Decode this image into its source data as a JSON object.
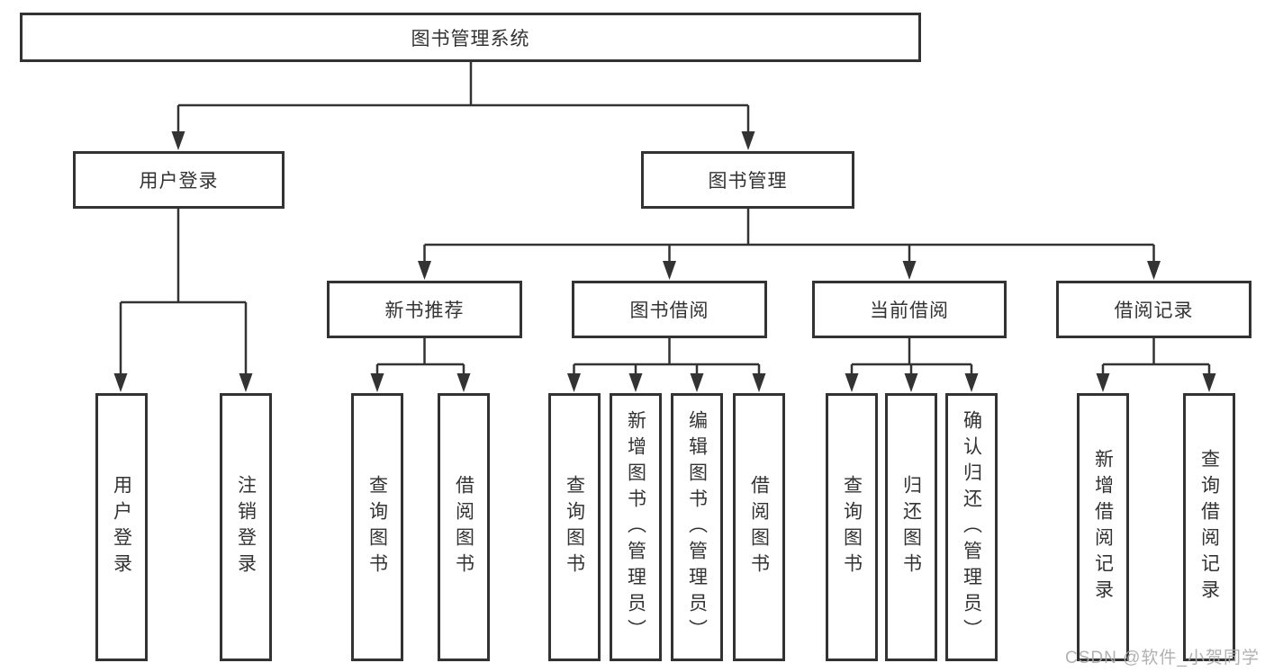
{
  "diagram_title": "图书管理系统",
  "tree": {
    "root": {
      "label": "图书管理系统",
      "children": [
        {
          "label": "用户登录",
          "children": [
            {
              "label": "用户登录"
            },
            {
              "label": "注销登录"
            }
          ]
        },
        {
          "label": "图书管理",
          "children": [
            {
              "label": "新书推荐",
              "children": [
                {
                  "label": "查询图书"
                },
                {
                  "label": "借阅图书"
                }
              ]
            },
            {
              "label": "图书借阅",
              "children": [
                {
                  "label": "查询图书"
                },
                {
                  "label": "新增图书（管理员）"
                },
                {
                  "label": "编辑图书（管理员）"
                },
                {
                  "label": "借阅图书"
                }
              ]
            },
            {
              "label": "当前借阅",
              "children": [
                {
                  "label": "查询图书"
                },
                {
                  "label": "归还图书"
                },
                {
                  "label": "确认归还（管理员）"
                }
              ]
            },
            {
              "label": "借阅记录",
              "children": [
                {
                  "label": "新增借阅记录"
                },
                {
                  "label": "查询借阅记录"
                }
              ]
            }
          ]
        }
      ]
    }
  },
  "watermark": {
    "text": "CSDN @软件_小贺同学"
  },
  "colors": {
    "line": "#333333",
    "box_border": "#333333",
    "text": "#333333",
    "watermark": "#a8a8a8",
    "background": "#ffffff"
  }
}
